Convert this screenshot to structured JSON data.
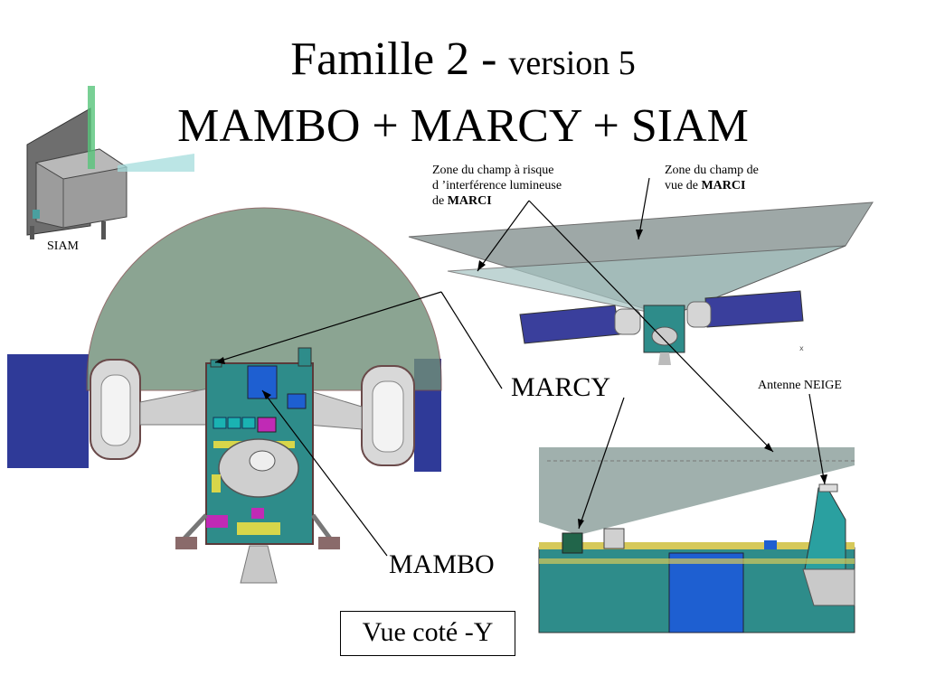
{
  "title": {
    "line1_main": "Famille 2 - ",
    "line1_version": "version 5",
    "line2": "MAMBO + MARCY + SIAM"
  },
  "labels": {
    "siam": "SIAM",
    "zone_risk_line1": "Zone du champ à risque",
    "zone_risk_line2": "d ’interférence lumineuse",
    "zone_risk_line3_prefix": "de ",
    "zone_risk_line3_bold": "MARCI",
    "zone_view_line1": "Zone du champ de",
    "zone_view_line2_prefix": "vue de ",
    "zone_view_line2_bold": "MARCI",
    "marcy": "MARCY",
    "antenne": "Antenne NEIGE",
    "mambo": "MAMBO",
    "vue": "Vue coté -Y"
  },
  "colors": {
    "teal_body": "#2e8c8a",
    "solar_blue": "#3a3f9c",
    "fov_green": "#6f8e77",
    "fov_grey": "#9aa5a4",
    "instrument_blue": "#1e5fd1",
    "magenta": "#c02ab5"
  }
}
